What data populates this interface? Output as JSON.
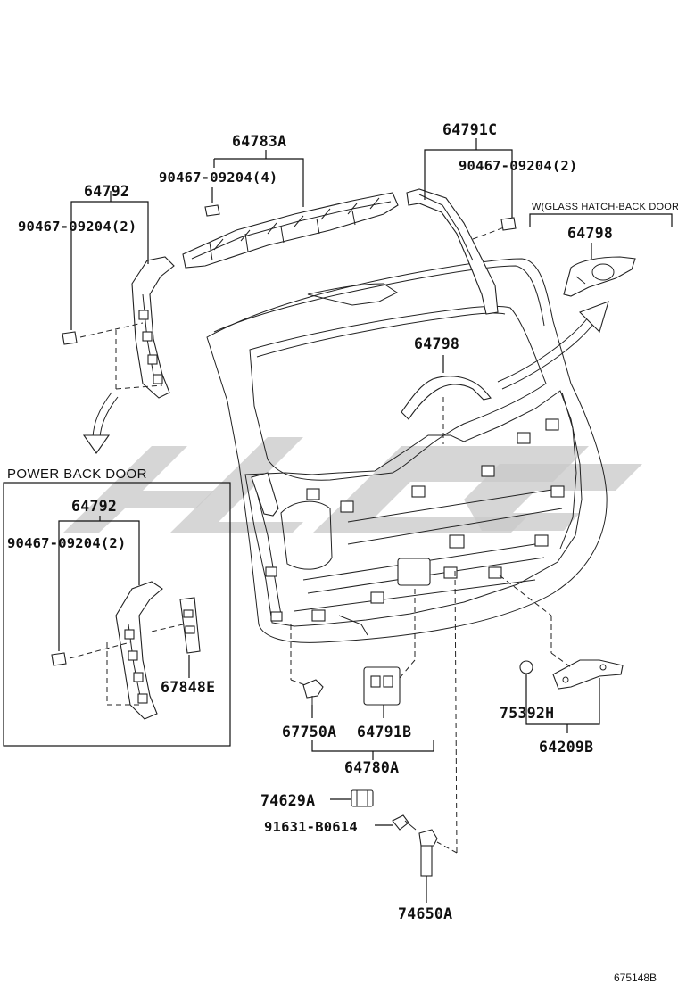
{
  "parts": {
    "p64783A": "64783A",
    "p64791C": "64791C",
    "p64792_top": "64792",
    "p90467_4": "90467-09204(4)",
    "p90467_2_right": "90467-09204(2)",
    "p90467_2_left": "90467-09204(2)",
    "p64798_top": "64798",
    "p64798_mid": "64798",
    "p64792_inset": "64792",
    "p90467_2_inset": "90467-09204(2)",
    "p67848E": "67848E",
    "p67750A": "67750A",
    "p64791B": "64791B",
    "p64780A": "64780A",
    "p75392H": "75392H",
    "p64209B": "64209B",
    "p74629A": "74629A",
    "p91631": "91631-B0614",
    "p74650A": "74650A"
  },
  "notes": {
    "glass_hatch": "W(GLASS HATCH-BACK DOOR)",
    "power_back_door": "POWER BACK DOOR"
  },
  "diagram_code": "675148B",
  "colors": {
    "line": "#111111",
    "watermark": "#c8c8c8",
    "background": "#ffffff"
  }
}
